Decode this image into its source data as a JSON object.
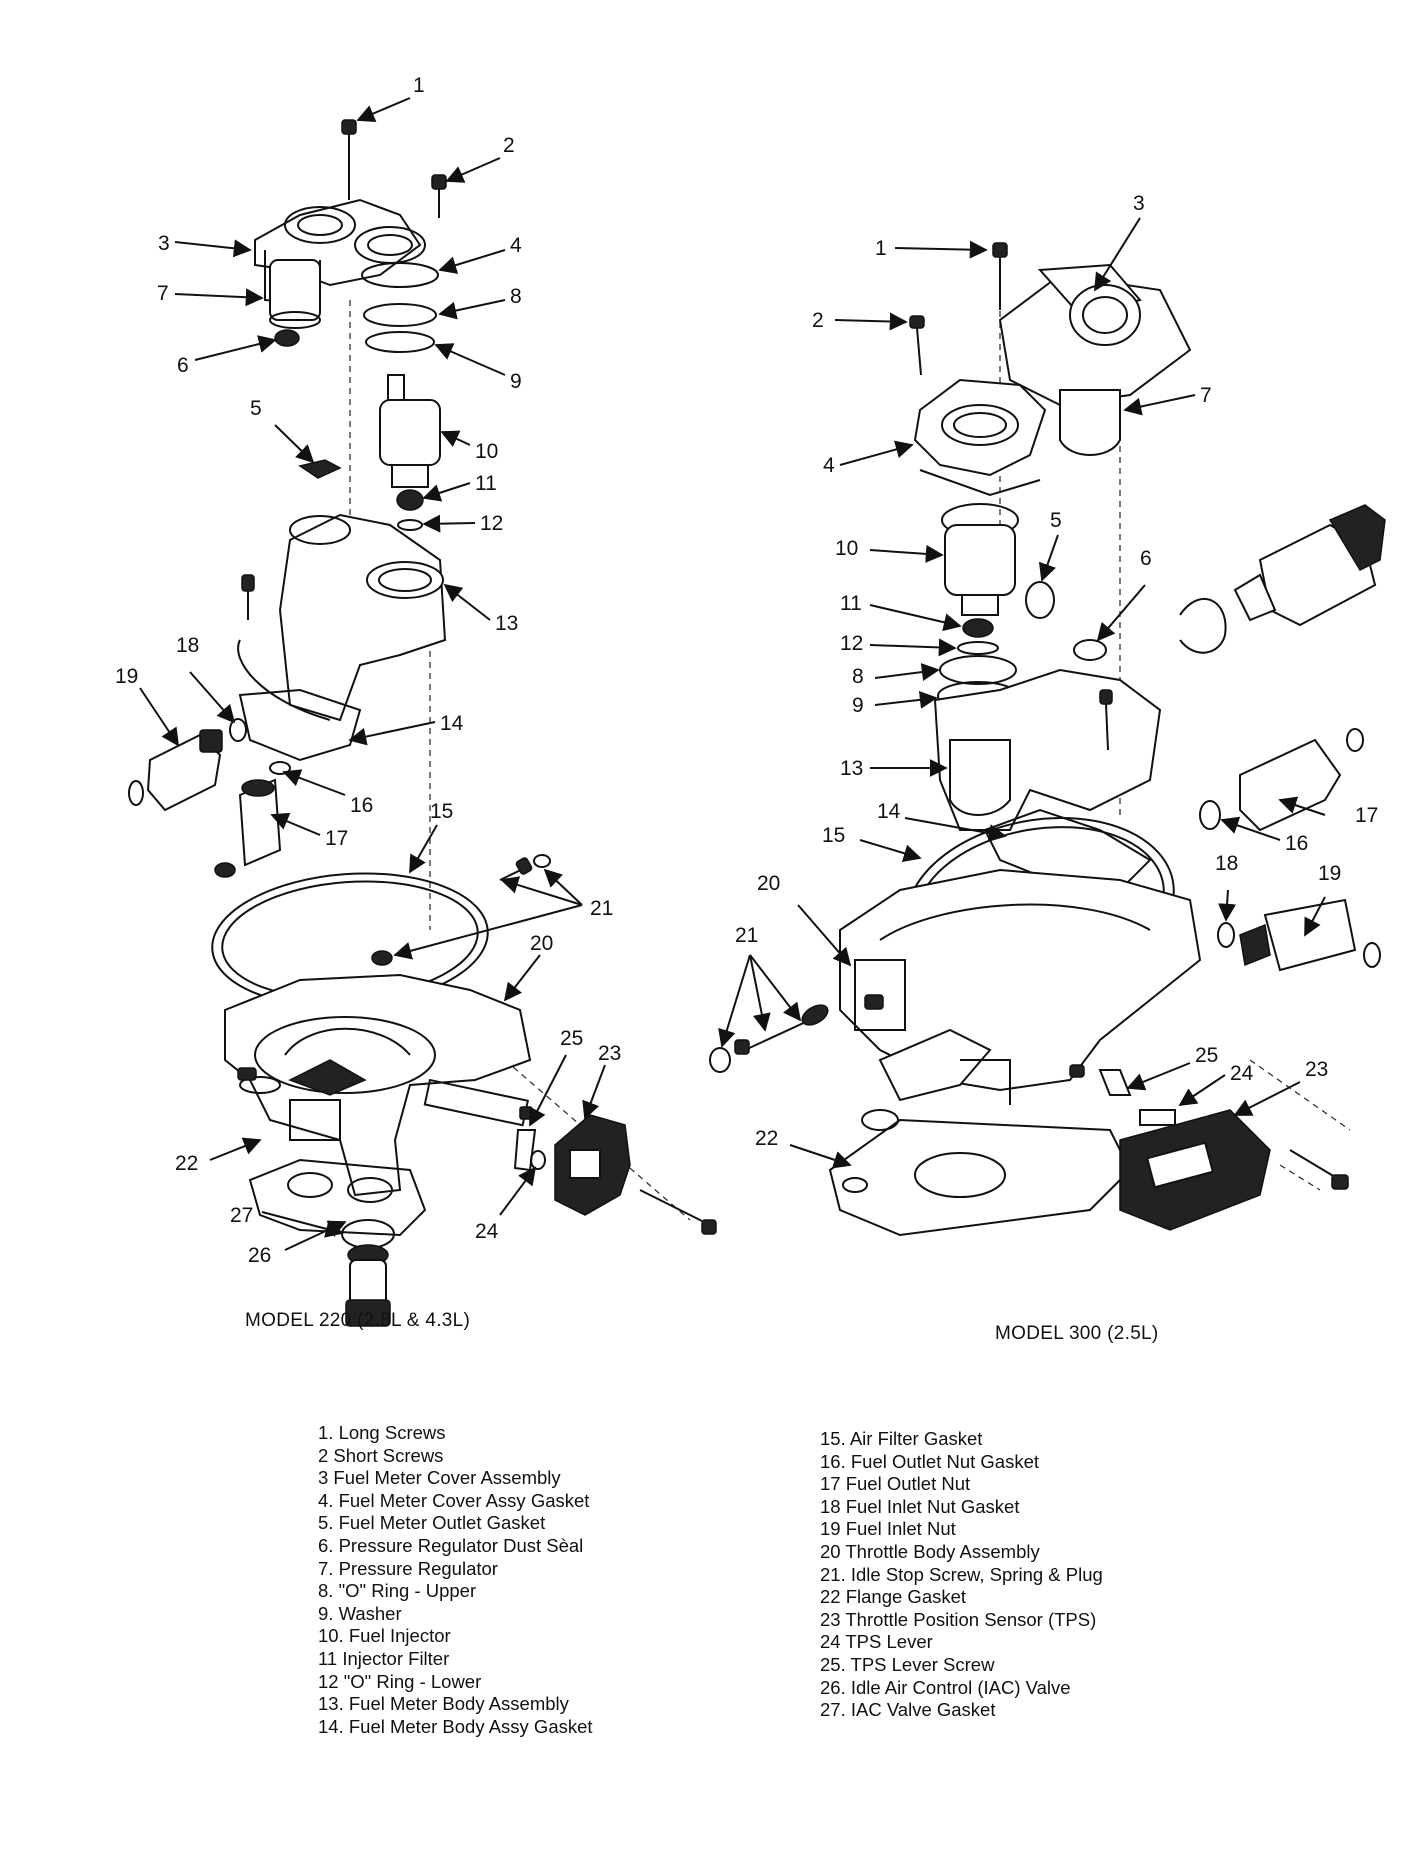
{
  "captions": {
    "model220": "MODEL 220 (2.8L & 4.3L)",
    "model300": "MODEL 300 (2.5L)"
  },
  "legend_left": [
    "1. Long Screws",
    "2  Short Screws",
    "3  Fuel Meter Cover Assembly",
    "4. Fuel Meter Cover Assy  Gasket",
    "5. Fuel Meter Outlet Gasket",
    "6. Pressure Regulator Dust Sèal",
    "7. Pressure Regulator",
    "8. \"O\" Ring  -  Upper",
    "9. Washer",
    "10. Fuel Injector",
    "11  Injector Filter",
    "12  \"O\" Ring  -  Lower",
    "13. Fuel Meter Body Assembly",
    "14. Fuel Meter Body Assy  Gasket"
  ],
  "legend_right": [
    "15. Air Filter Gasket",
    "16. Fuel Outlet Nut Gasket",
    "17  Fuel Outlet Nut",
    "18  Fuel Inlet Nut Gasket",
    "19  Fuel Inlet Nut",
    "20  Throttle Body Assembly",
    "21. Idle Stop Screw, Spring & Plug",
    "22  Flange Gasket",
    "23  Throttle Position Sensor (TPS)",
    "24  TPS Lever",
    "25. TPS Lever Screw",
    "26. Idle Air Control (IAC) Valve",
    "27. IAC Valve Gasket"
  ],
  "callouts_left": [
    "1",
    "2",
    "3",
    "4",
    "7",
    "8",
    "6",
    "9",
    "5",
    "10",
    "11",
    "12",
    "13",
    "18",
    "19",
    "14",
    "16",
    "17",
    "15",
    "21",
    "20",
    "25",
    "23",
    "22",
    "27",
    "24",
    "26"
  ],
  "callouts_right": [
    "3",
    "1",
    "2",
    "7",
    "4",
    "5",
    "6",
    "10",
    "11",
    "12",
    "8",
    "9",
    "13",
    "17",
    "14",
    "16",
    "15",
    "18",
    "19",
    "20",
    "21",
    "25",
    "24",
    "23",
    "22"
  ]
}
